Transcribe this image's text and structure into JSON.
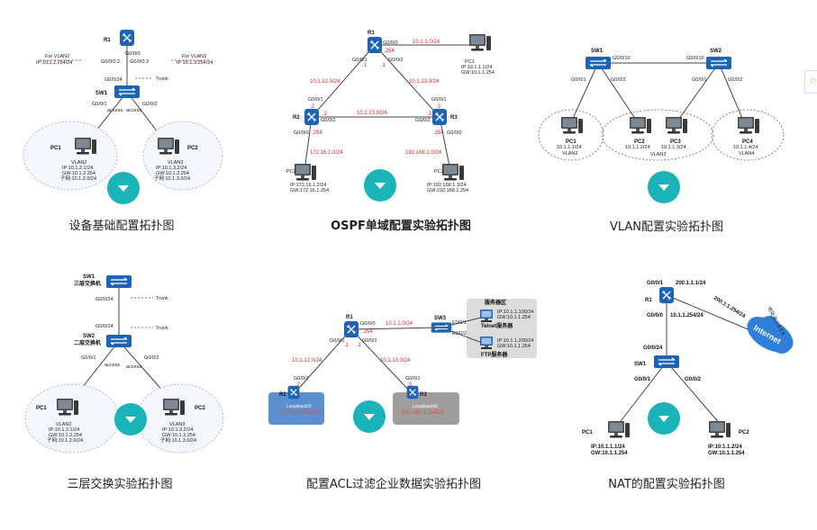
{
  "captions": [
    "设备基础配置拓扑图",
    "OSPF单域配置实验拓扑图",
    "VLAN配置实验拓扑图",
    "三层交换实验拓扑图",
    "配置ACL过滤企业数据实验拓扑图",
    "NAT的配置实验拓扑图"
  ],
  "d1": {
    "r1": "R1",
    "g000": "G0/0/0",
    "g0002": "G0/0/0.2",
    "g0003": "G0/0/0.3",
    "for_vlan2": "For VLAN2",
    "ip_vlan2": "IP:10.1.2.254/24",
    "for_vlan3": "For VLAN3",
    "ip_vlan3": "IP:10.1.3.254/24",
    "g0024": "G0/0/24",
    "trunk": "Trunk",
    "sw1": "SW1",
    "g001": "G0/0/1",
    "g002": "G0/0/2",
    "access1": "access",
    "access2": "access",
    "pc1": "PC1",
    "pc2": "PC2",
    "pc1_vlan": "VLAN2",
    "pc1_ip": "IP:10.1.2.1/24",
    "pc1_gw": "GW:10.1.2.254",
    "pc1_sub": "子网:10.1.2.0/24",
    "pc2_vlan": "VLAN3",
    "pc2_ip": "IP:10.1.3.2/24",
    "pc2_gw": "GW:10.1.3.254",
    "pc2_sub": "子网:10.1.3.0/24"
  },
  "d2": {
    "r1": "R1",
    "r2": "R2",
    "r3": "R3",
    "pc1": "PC1",
    "pc2": "PC2",
    "pc3": "PC3",
    "r1_g000": "G0/0/0",
    "r1_g001": "G0/0/1",
    "r1_g002": "G0/0/2",
    "r1_254": ".254",
    "r1_1a": ".1",
    "r1_1b": ".1",
    "net_r1_pc1": "10.1.1.0/24",
    "pc1_ip": "IP:10.1.1.1/24",
    "pc1_gw": "GW:10.1.1.254",
    "net_r1_r2": "10.1.12.0/24",
    "net_r1_r3": "10.1.13.0/24",
    "net_r2_r3": "10.1.23.0/24",
    "r2_g001": "G0/0/1",
    "r2_2": ".2",
    "r2_g002": "G0/0/2",
    "r2_2b": ".2",
    "r2_g000": "G0/0/0",
    "r2_254": ".254",
    "r3_g001": "G0/0/1",
    "r3_3": ".3",
    "r3_g002": "G0/0/2",
    "r3_3b": ".3",
    "r3_254": ".254",
    "r3_g000": "G0/0/0",
    "net_r2_pc2": "172.16.1.0/24",
    "net_r3_pc3": "192.168.1.0/24",
    "pc2_ip": "IP:172.16.1.2/24",
    "pc2_gw": "GW:172.16.1.254",
    "pc3_ip": "IP:192.168.1.3/24",
    "pc3_gw": "GW:192.168.1.254"
  },
  "d3": {
    "sw1": "SW1",
    "sw2": "SW2",
    "sw1_port": "G0/0/10",
    "sw2_port": "G0/0/10",
    "sw1_g1": "G0/0/1",
    "sw1_g2": "G0/0/2",
    "sw2_g1": "G0/0/1",
    "sw2_g2": "G0/0/2",
    "pc1": "PC1",
    "pc1_ip": "10.1.1.1/24",
    "pc1_vlan": "VLAN2",
    "pc2": "PC2",
    "pc2_ip": "10.1.1.2/24",
    "pc3": "PC3",
    "pc3_ip": "10.1.1.3/24",
    "vlan3": "VLAN3",
    "pc4": "PC4",
    "pc4_ip": "10.1.1.4/24",
    "pc4_vlan": "VLAN4"
  },
  "d4": {
    "sw1": "SW1",
    "sw1_sub": "三层交换机",
    "g0024a": "G0/0/24",
    "trunk1": "Trunk",
    "g0024b": "G0/0/24",
    "trunk2": "Trunk",
    "sw2": "SW2",
    "sw2_sub": "二层交换机",
    "g001": "G0/0/1",
    "g002": "G0/0/2",
    "access1": "access",
    "access2": "access",
    "pc1": "PC1",
    "pc2": "PC2",
    "pc1_vlan": "VLAN2",
    "pc1_ip": "IP:10.1.2.1/24",
    "pc1_gw": "GW:10.1.2.254",
    "pc1_sub": "子网:10.1.2.0/24",
    "pc2_vlan": "VLAN3",
    "pc2_ip": "IP:10.1.3.2/24",
    "pc2_gw": "GW:10.1.3.254",
    "pc2_sub": "子网:10.1.3.0/24"
  },
  "d5": {
    "r1": "R1",
    "r2": "R2",
    "r3": "R3",
    "sw3": "SW3",
    "r1_g000": "G0/0/0",
    "r1_g001": "G0/0/1",
    "r1_g002": "G0/0/2",
    "r1_254": ".254",
    "r1_1a": ".1",
    "r1_1b": ".1",
    "net_r1_sw3": "10.1.1.0/24",
    "net_r1_r2": "10.1.12.0/24",
    "net_r1_r3": "10.1.13.0/24",
    "sw3_e1": "E0/0/1",
    "sw3_e2": "E0/0/2",
    "server_zone": "服务器区",
    "telnet_ip": "IP:10.1.1.100/24",
    "telnet_gw": "GW:10.1.1.254",
    "telnet_name": "Telnet服务器",
    "ftp_ip": "IP:10.1.1.200/24",
    "ftp_gw": "GW:10.1.1.254",
    "ftp_name": "FTP服务器",
    "r2_g001": "G0/0/1",
    "r2_2": ".2",
    "r3_g001": "G0/0/1",
    "r3_3": ".3",
    "lb1": "Loopback0:",
    "lb1_ip": "172.16.1.254/24",
    "lb2": "Loopback0:",
    "lb2_ip": "192.168.1.254/24"
  },
  "d6": {
    "r1": "R1",
    "g001": "G0/0/1",
    "ip_out": "200.1.1.1/24",
    "link_ip": "200.1.1.254/24",
    "pool": "地址池:8.8.8.8",
    "internet": "Internet",
    "g000": "G0/0/0",
    "inside_ip": "10.1.1.254/24",
    "g0024": "G0/0/24",
    "sw1": "SW1",
    "sw_g1": "G0/0/1",
    "sw_g2": "G0/0/2",
    "pc1": "PC1",
    "pc1_ip": "IP:10.1.1.1/24",
    "pc1_gw": "GW:10.1.1.254",
    "pc2": "PC2",
    "pc2_ip": "IP:10.1.1.2/24",
    "pc2_gw": "GW:10.1.1.254"
  },
  "colors": {
    "device": "#1565c0",
    "play": "#19b3b8",
    "accent_red": "#e02020"
  }
}
